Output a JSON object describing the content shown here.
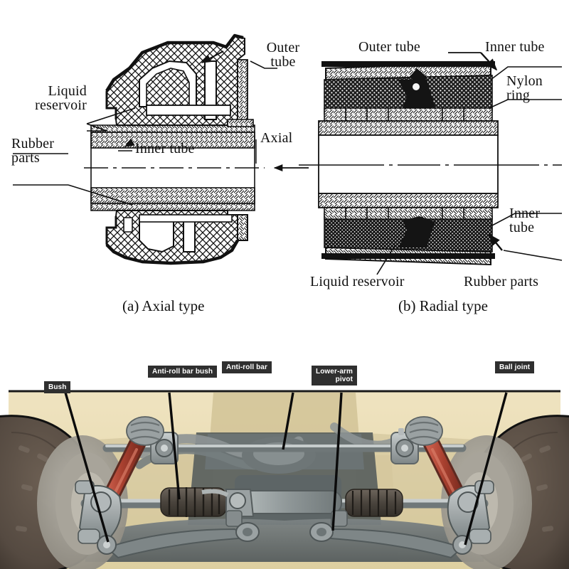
{
  "figure_top": {
    "panel_a": {
      "caption": "(a) Axial type",
      "labels": {
        "outer_tube": "Outer\ntube",
        "liquid_reservoir": "Liquid\nreservoir",
        "rubber_parts": "Rubber\nparts",
        "inner_tube": "Inner tube",
        "axial": "Axial"
      }
    },
    "panel_b": {
      "caption": "(b) Radial type",
      "labels": {
        "outer_tube": "Outer tube",
        "inner_tube_top": "Inner tube",
        "nylon_ring": "Nylon\nring",
        "inner_tube_right": "Inner\ntube",
        "liquid_reservoir": "Liquid reservoir",
        "rubber_parts": "Rubber parts"
      }
    }
  },
  "figure_bottom": {
    "callouts": [
      {
        "name": "bush",
        "text": "Bush"
      },
      {
        "name": "anti-roll-bar-bush",
        "text": "Anti-roll bar bush"
      },
      {
        "name": "anti-roll-bar",
        "text": "Anti-roll bar"
      },
      {
        "name": "lower-arm-pivot",
        "text": "Lower-arm\npivot"
      },
      {
        "name": "ball-joint",
        "text": "Ball joint"
      }
    ]
  },
  "colors": {
    "ink": "#111111",
    "callout_bg": "#2f2f2f",
    "callout_text": "#ffffff",
    "photo_body": "#e6d9b4",
    "photo_metal": "#9aa0a0",
    "photo_tire": "#5b5048",
    "photo_damper": "#b04a3c"
  }
}
